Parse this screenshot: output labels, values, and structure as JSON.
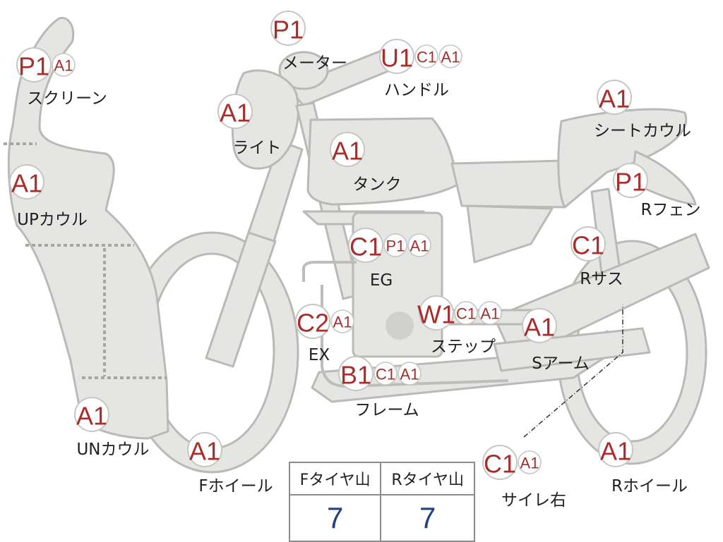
{
  "parts": [
    {
      "label": "スクリーン",
      "grades": [
        "P1",
        "A1"
      ]
    },
    {
      "label": "メーター",
      "grades": [
        "P1"
      ]
    },
    {
      "label": "ハンドル",
      "grades": [
        "U1",
        "C1",
        "A1"
      ]
    },
    {
      "label": "ライト",
      "grades": [
        "A1"
      ]
    },
    {
      "label": "タンク",
      "grades": [
        "A1"
      ]
    },
    {
      "label": "シートカウル",
      "grades": [
        "A1"
      ]
    },
    {
      "label": "UPカウル",
      "grades": [
        "A1"
      ]
    },
    {
      "label": "Rフェン",
      "grades": [
        "P1"
      ]
    },
    {
      "label": "EG",
      "grades": [
        "C1",
        "P1",
        "A1"
      ]
    },
    {
      "label": "Rサス",
      "grades": [
        "C1"
      ]
    },
    {
      "label": "EX",
      "grades": [
        "C2",
        "A1"
      ]
    },
    {
      "label": "ステップ",
      "grades": [
        "W1",
        "C1",
        "A1"
      ]
    },
    {
      "label": "Sアーム",
      "grades": [
        "A1"
      ]
    },
    {
      "label": "フレーム",
      "grades": [
        "B1",
        "C1",
        "A1"
      ]
    },
    {
      "label": "UNカウル",
      "grades": [
        "A1"
      ]
    },
    {
      "label": "Fホイール",
      "grades": [
        "A1"
      ]
    },
    {
      "label": "サイレ右",
      "grades": [
        "C1",
        "A1"
      ]
    },
    {
      "label": "Rホイール",
      "grades": [
        "A1"
      ]
    }
  ],
  "tire_table": {
    "headers": [
      "Fタイヤ山",
      "Rタイヤ山"
    ],
    "values": [
      "7",
      "7"
    ]
  },
  "colors": {
    "grade_text": "#a82d2b",
    "tire_value": "#24407f",
    "body_fill": "#e5e5e3"
  }
}
